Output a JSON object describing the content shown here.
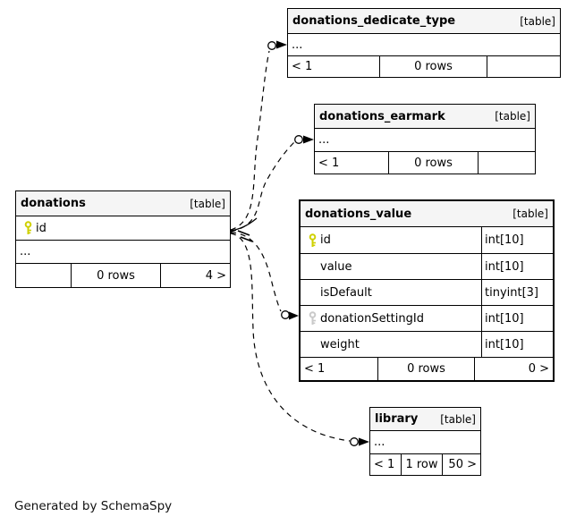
{
  "diagram": {
    "caption": "Generated by SchemaSpy",
    "type": "database-schema-diagram"
  },
  "colors": {
    "background": "#ffffff",
    "table_header_bg": "#f5f5f5",
    "border": "#000000",
    "text": "#000000",
    "primary_key_icon": "#cfd000",
    "foreign_key_icon": "#c9c9c9"
  },
  "tables": [
    {
      "name": "donations_dedicate_type",
      "tag": "[table]",
      "ellipsis": "...",
      "footer": {
        "left": "< 1",
        "center": "0 rows",
        "right": ""
      }
    },
    {
      "name": "donations_earmark",
      "tag": "[table]",
      "ellipsis": "...",
      "footer": {
        "left": "< 1",
        "center": "0 rows",
        "right": ""
      }
    },
    {
      "name": "donations",
      "tag": "[table]",
      "columns": [
        {
          "name": "id",
          "key": "pk"
        }
      ],
      "ellipsis": "...",
      "footer": {
        "left": "",
        "center": "0 rows",
        "right": "4 >"
      }
    },
    {
      "name": "donations_value",
      "tag": "[table]",
      "columns": [
        {
          "name": "id",
          "type": "int[10]",
          "key": "pk"
        },
        {
          "name": "value",
          "type": "int[10]",
          "key": ""
        },
        {
          "name": "isDefault",
          "type": "tinyint[3]",
          "key": ""
        },
        {
          "name": "donationSettingId",
          "type": "int[10]",
          "key": "fk"
        },
        {
          "name": "weight",
          "type": "int[10]",
          "key": ""
        }
      ],
      "footer": {
        "left": "< 1",
        "center": "0 rows",
        "right": "0 >"
      }
    },
    {
      "name": "library",
      "tag": "[table]",
      "ellipsis": "...",
      "footer": {
        "left": "< 1",
        "center": "1 row",
        "right": "50 >"
      }
    }
  ],
  "edges": [
    {
      "from": "donations.id",
      "to": "donations_dedicate_type",
      "style": "dashed-implied"
    },
    {
      "from": "donations.id",
      "to": "donations_earmark",
      "style": "dashed-implied"
    },
    {
      "from": "donations.id",
      "to": "donations_value.donationSettingId",
      "style": "dashed-implied"
    },
    {
      "from": "donations.id",
      "to": "library",
      "style": "dashed-implied"
    }
  ]
}
